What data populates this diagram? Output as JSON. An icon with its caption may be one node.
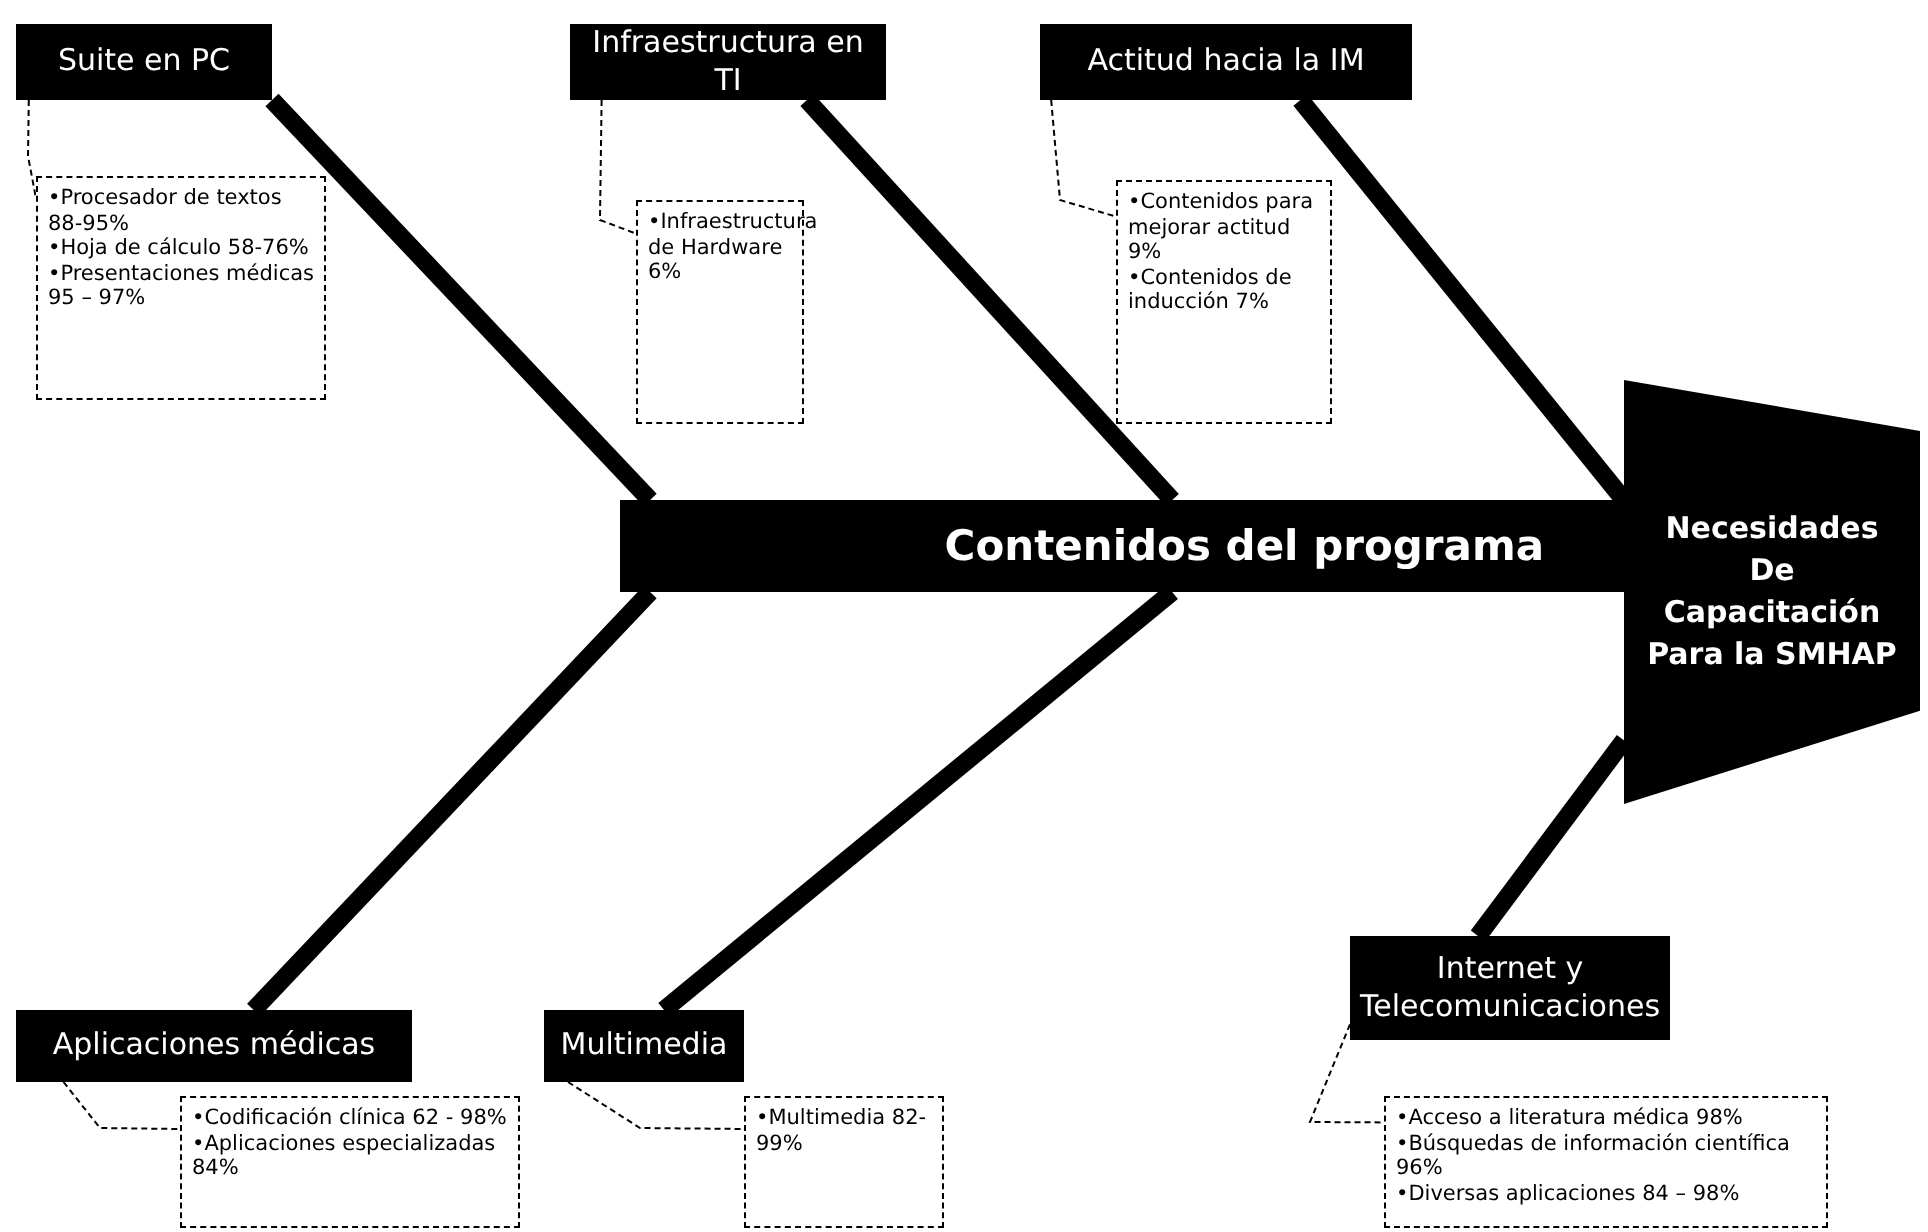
{
  "diagram": {
    "nodes": [
      {
        "text": [
          "Suite en PC"
        ]
      },
      {
        "text": [
          "•Procesador de textos 88-95%",
          "•Hoja de cálculo 58-76%",
          "•Presentaciones médicas 95 – 97%"
        ]
      },
      {
        "text": [
          "Infraestructura en TI"
        ]
      },
      {
        "text": [
          "•Infraestructura de Hardware 6%"
        ]
      },
      {
        "text": [
          "Actitud hacia la IM"
        ]
      },
      {
        "text": [
          "•Contenidos para mejorar actitud 9%",
          "•Contenidos de inducción 7%"
        ]
      },
      {
        "text": [
          "Contenidos del programa"
        ]
      },
      {
        "text": [
          "Necesidades De Capacitación Para la SMHAP"
        ]
      },
      {
        "text": [
          "Aplicaciones médicas"
        ]
      },
      {
        "text": [
          "•Codificación clínica 62 - 98%",
          "•Aplicaciones especializadas 84%"
        ]
      },
      {
        "text": [
          "Multimedia"
        ]
      },
      {
        "text": [
          "•Multimedia 82-99%"
        ]
      },
      {
        "text": [
          "Internet y Telecomunicaciones"
        ]
      },
      {
        "text": [
          "•Acceso a literatura médica 98%",
          "•Búsquedas de información científica 96%",
          "•Diversas aplicaciones 84 – 98%"
        ]
      }
    ],
    "edges": [
      {
        "from": 0,
        "to": 6,
        "arrow": "none",
        "style": "thick"
      },
      {
        "from": 2,
        "to": 6,
        "arrow": "none",
        "style": "thick"
      },
      {
        "from": 4,
        "to": 6,
        "arrow": "none",
        "style": "thick"
      },
      {
        "from": 8,
        "to": 6,
        "arrow": "none",
        "style": "thick"
      },
      {
        "from": 10,
        "to": 6,
        "arrow": "none",
        "style": "thick"
      },
      {
        "from": 12,
        "to": 7,
        "arrow": "none",
        "style": "thick"
      },
      {
        "from": 0,
        "to": 1,
        "arrow": "none",
        "style": "dashed"
      },
      {
        "from": 2,
        "to": 3,
        "arrow": "none",
        "style": "dashed"
      },
      {
        "from": 4,
        "to": 5,
        "arrow": "none",
        "style": "dashed"
      },
      {
        "from": 8,
        "to": 9,
        "arrow": "none",
        "style": "dashed"
      },
      {
        "from": 10,
        "to": 11,
        "arrow": "none",
        "style": "dashed"
      },
      {
        "from": 12,
        "to": 13,
        "arrow": "none",
        "style": "dashed"
      }
    ]
  }
}
